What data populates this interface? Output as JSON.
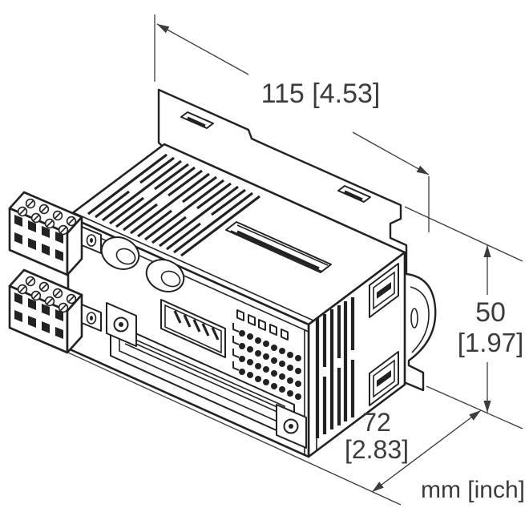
{
  "drawing": {
    "dim_width": "115 [4.53]",
    "dim_height_mm": "50",
    "dim_height_in": "[1.97]",
    "dim_depth_mm": "72",
    "dim_depth_in": "[2.83]",
    "units_label": "mm [inch]"
  },
  "colors": {
    "line": "#222222",
    "text": "#3c3c3c",
    "background": "#ffffff"
  }
}
